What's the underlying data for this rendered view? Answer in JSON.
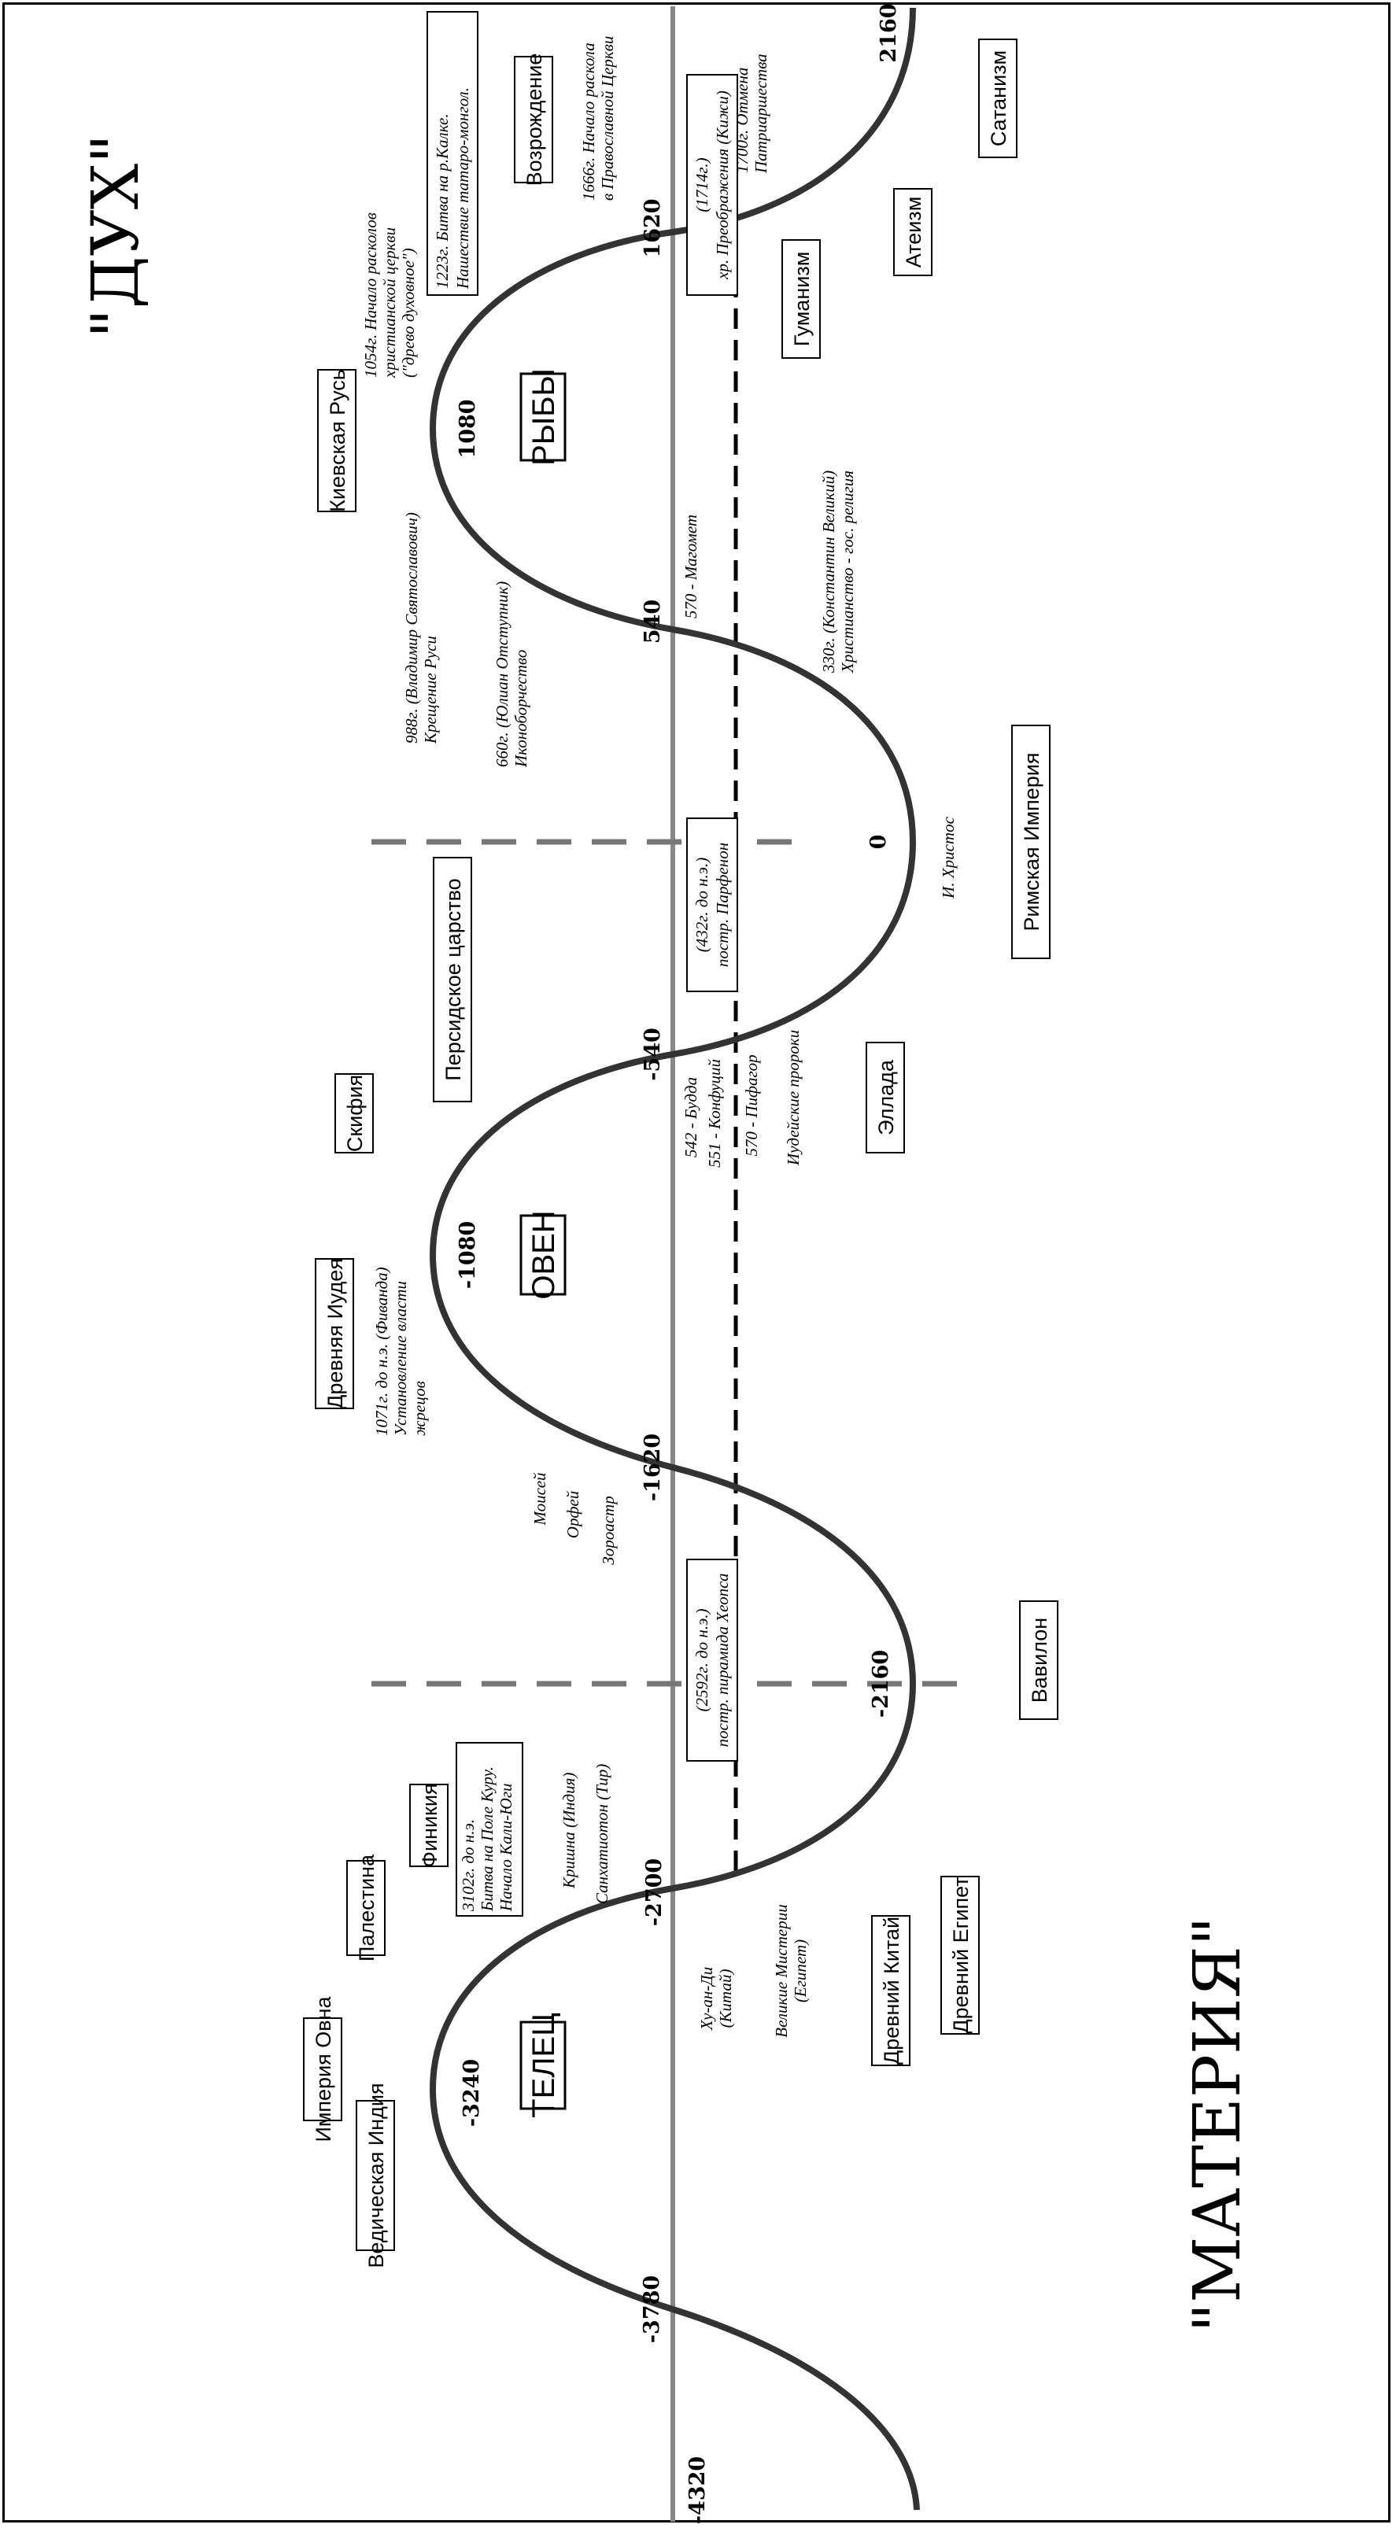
{
  "poles": {
    "spirit": "\"ДУХ\"",
    "matter": "\"МАТЕРИЯ\""
  },
  "eras": [
    {
      "id": "taurus",
      "label": "ТЕЛЕЦ"
    },
    {
      "id": "aries",
      "label": "ОВЕН"
    },
    {
      "id": "pisces",
      "label": "РЫБЫ"
    }
  ],
  "dates": [
    "-4320",
    "-3780",
    "-3240",
    "-2700",
    "-2160",
    "-1620",
    "-1080",
    "-540",
    "0",
    "540",
    "1080",
    "1620",
    "2160"
  ],
  "spirit_boxes": [
    "Ведическая Индия",
    "Империя Овна",
    "Палестина",
    "Финикия",
    "Древняя Иудея",
    "Скифия",
    "Персидское царство",
    "Киевская Русь",
    "Возрождение"
  ],
  "matter_boxes": [
    "Древний Китай",
    "Древний Египет",
    "Вавилон",
    "Эллада",
    "Римская Империя",
    "Гуманизм",
    "Атеизм",
    "Сатанизм"
  ],
  "events": {
    "kurukshetra": [
      "3102г. до н.э.",
      "Битва на Поле Куру.",
      "Начало Кали-Юги"
    ],
    "krishna": "Кришна (Индия)",
    "sanchuniathon": "Санхатиотон (Тир)",
    "hu_an_di": [
      "Ху-ан-Ди",
      "(Китай)"
    ],
    "mysteries": [
      "Великие Мистерии",
      "(Египет)"
    ],
    "cheops": [
      "(2592г. до н.э.)",
      "постр. пирамида Хеопса"
    ],
    "moses": "Моисей",
    "orpheus": "Орфей",
    "zoroaster": "Зороастр",
    "david": [
      "1071г. до н.э. (Фиванда)",
      "Установление власти",
      "жрецов"
    ],
    "buddha": "542 - Будда",
    "confucius": "551 - Конфуций",
    "pythagoras": "570 - Пифагор",
    "prophets": "Иудейские пророки",
    "parthenon": [
      "(432г. до н.э.)",
      "постр. Парфенон"
    ],
    "christ": "И. Христос",
    "iconoclasm": [
      "660г. (Юлиан Отступник)",
      "Иконоборчество"
    ],
    "baptism": [
      "988г. (Владимир Святославович)",
      "Крещение Руси"
    ],
    "constantine": [
      "330г. (Константин Великий)",
      "Христианство - гос. религия"
    ],
    "muhammad": "570 - Магомет",
    "schism": [
      "1054г. Начало расколов",
      "христианской церкви",
      "(\"древо духовное\")"
    ],
    "kalka": [
      "1223г. Битва на р.Калке.",
      "Нашествие татаро-монгол."
    ],
    "raskol": [
      "1666г. Начало раскола",
      "в Православной Церкви"
    ],
    "kizhi": [
      "(1714г.)",
      "хр. Преображения (Кижи)"
    ],
    "patriarchate": [
      "1700г. Отмена",
      "Патриаршества"
    ]
  }
}
